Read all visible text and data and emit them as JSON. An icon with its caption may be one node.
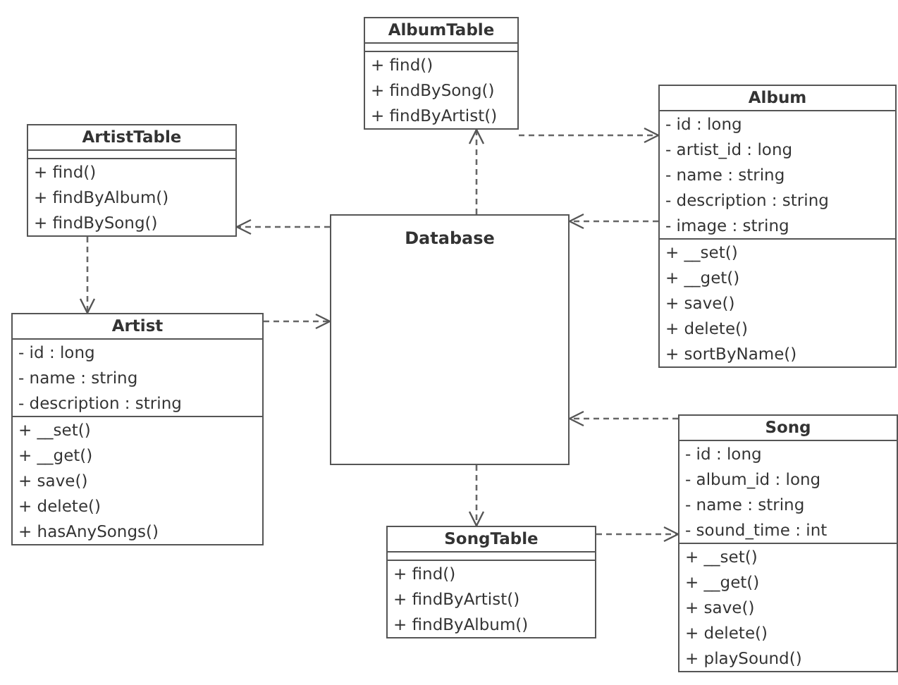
{
  "diagram": {
    "nodes": [
      {
        "text": [
          "AlbumTable",
          "+ find()",
          "+ findBySong()",
          "+ findByArtist()"
        ]
      },
      {
        "text": [
          "ArtistTable",
          "+ find()",
          "+ findByAlbum()",
          "+ findBySong()"
        ]
      },
      {
        "text": [
          "Album",
          "- id : long",
          "- artist_id : long",
          "- name : string",
          "- description : string",
          "- image : string",
          "+ __set()",
          "+ __get()",
          "+ save()",
          "+ delete()",
          "+ sortByName()"
        ]
      },
      {
        "text": [
          "Database"
        ]
      },
      {
        "text": [
          "Artist",
          "- id : long",
          "- name : string",
          "- description : string",
          "+ __set()",
          "+ __get()",
          "+ save()",
          "+ delete()",
          "+ hasAnySongs()"
        ]
      },
      {
        "text": [
          "Song",
          "- id : long",
          "- album_id : long",
          "- name : string",
          "- sound_time : int",
          "+ __set()",
          "+ __get()",
          "+ save()",
          "+ delete()",
          "+ playSound()"
        ]
      },
      {
        "text": [
          "SongTable",
          "+ find()",
          "+ findByArtist()",
          "+ findByAlbum()"
        ]
      }
    ],
    "edges": [
      {
        "from": 3,
        "to": 0,
        "arrow": "to",
        "style": "dashed"
      },
      {
        "from": 0,
        "to": 2,
        "arrow": "to",
        "style": "dashed"
      },
      {
        "from": 2,
        "to": 3,
        "arrow": "to",
        "style": "dashed"
      },
      {
        "from": 3,
        "to": 1,
        "arrow": "to",
        "style": "dashed"
      },
      {
        "from": 1,
        "to": 4,
        "arrow": "to",
        "style": "dashed"
      },
      {
        "from": 4,
        "to": 3,
        "arrow": "to",
        "style": "dashed"
      },
      {
        "from": 5,
        "to": 3,
        "arrow": "to",
        "style": "dashed"
      },
      {
        "from": 3,
        "to": 6,
        "arrow": "to",
        "style": "dashed"
      },
      {
        "from": 6,
        "to": 5,
        "arrow": "to",
        "style": "dashed"
      }
    ]
  }
}
